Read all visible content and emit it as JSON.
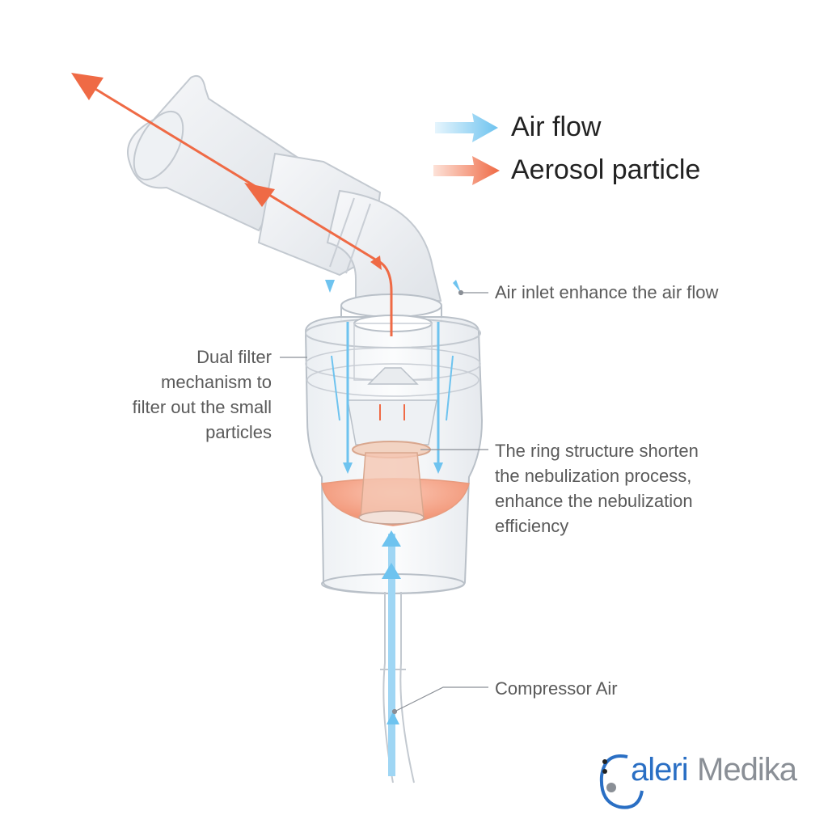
{
  "legend": {
    "air_flow_label": "Air flow",
    "aerosol_label": "Aerosol particle"
  },
  "callouts": {
    "air_inlet": "Air inlet enhance the air flow",
    "dual_filter": [
      "Dual filter",
      "mechanism to",
      "filter out the small",
      "particles"
    ],
    "ring_structure": [
      "The ring structure shorten",
      "the nebulization process,",
      "enhance the nebulization",
      "efficiency"
    ],
    "compressor": "Compressor Air"
  },
  "brand": {
    "part1": "aleri",
    "part2": "Medika"
  },
  "colors": {
    "air_flow": "#6ec3ef",
    "aerosol": "#ef6a45",
    "brand_blue": "#2a6fc4",
    "brand_gray": "#8a8f96",
    "callout_text": "#5a5a5a",
    "device_outline": "#b9c0c8"
  },
  "icons": {
    "brand_logo": "stethoscope-g-icon"
  }
}
